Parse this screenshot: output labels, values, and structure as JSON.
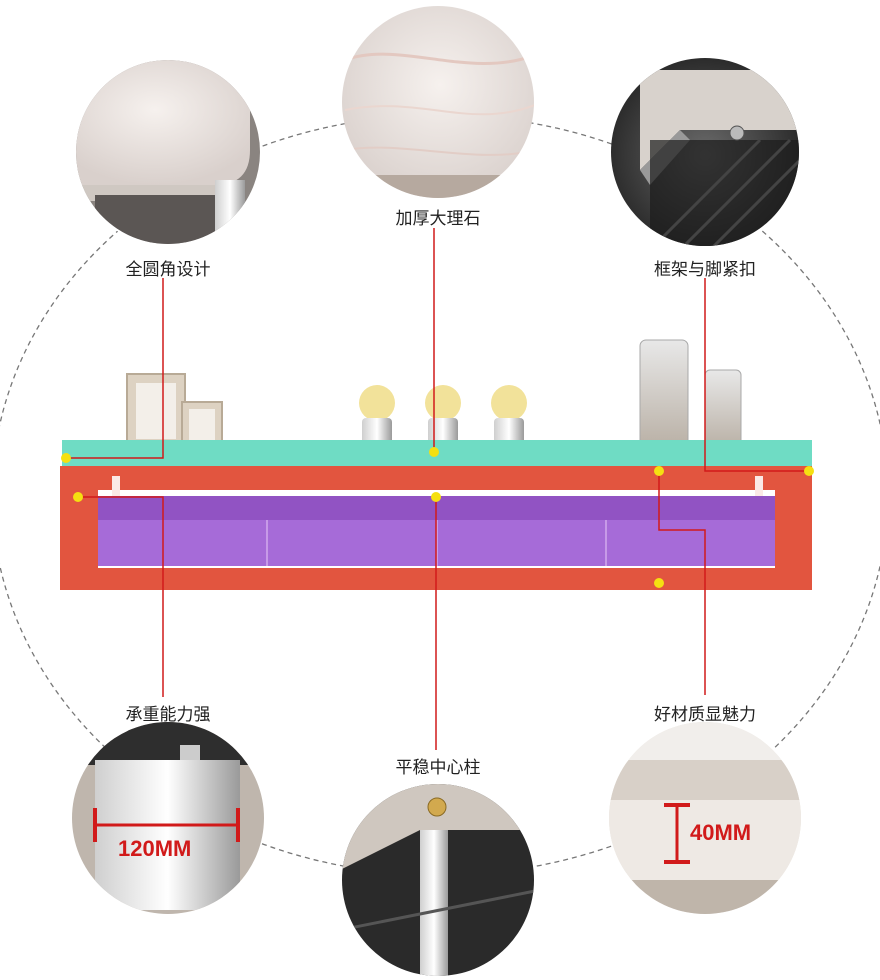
{
  "labels": {
    "rounded_corner": "全圆角设计",
    "thick_marble": "加厚大理石",
    "frame_foot_fasten": "框架与脚紧扣",
    "load_bearing": "承重能力强",
    "stable_center_column": "平稳中心柱",
    "good_material": "好材质显魅力"
  },
  "measurements": {
    "leg_width": "120MM",
    "top_thickness": "40MM"
  },
  "colors": {
    "callout_line": "#d11a1a",
    "callout_dot": "#f5e011",
    "tabletop": "#6fdcc4",
    "frame": "#e2553f",
    "drawers": "#a66bd8"
  }
}
